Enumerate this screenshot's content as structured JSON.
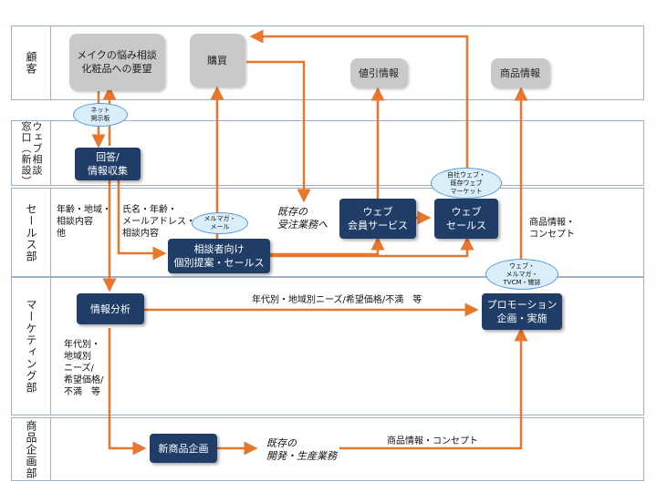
{
  "lanes": {
    "customer": "顧客",
    "web_consult": "ウェブ相談窓口（新設）",
    "sales": "セールス部",
    "marketing": "マーケティング部",
    "planning": "商品企画部"
  },
  "boxes": {
    "makeup_needs": "メイクの悩み相談\n化粧品への要望",
    "purchase": "購買",
    "discount_info": "値引情報",
    "product_info": "商品情報",
    "answer": "回答/\n情報収集",
    "web_member": "ウェブ\n会員サービス",
    "web_sales": "ウェブ\nセールス",
    "proposal": "相談者向け\n個別提案・セールス",
    "analysis": "情報分析",
    "promotion": "プロモーション\n企画・実施",
    "new_product": "新商品企画"
  },
  "ellipses": {
    "net_board": "ネット\n掲示板",
    "mail_mag": "メルマガ・\nメール",
    "own_web": "自社ウェブ・\n既存ウェブ\nマーケット",
    "web_media": "ウェブ・\nメルマガ・\nTVCM・雑誌"
  },
  "labels": {
    "age_region": "年齢・地域・\n相談内容\n他",
    "name_age": "氏名・年齢・\nメールアドレス・\n相談内容",
    "existing_orders": "既存の\n受注業務へ",
    "product_concept_right": "商品情報・\nコンセプト",
    "needs_line": "年代別・地域別ニーズ/希望価格/不満　等",
    "needs_side": "年代別・\n地域別\nニーズ/\n希望価格/\n不満　等",
    "existing_dev": "既存の\n開発・生産業務",
    "product_concept_bottom": "商品情報・コンセプト"
  },
  "colors": {
    "arrow": "#e8772e",
    "navy": "#1f3d66",
    "gray": "#c9c9c9",
    "ellipse_fill": "#d9eef9",
    "ellipse_border": "#5b9bd5",
    "lane_border": "#9fb0cc"
  }
}
